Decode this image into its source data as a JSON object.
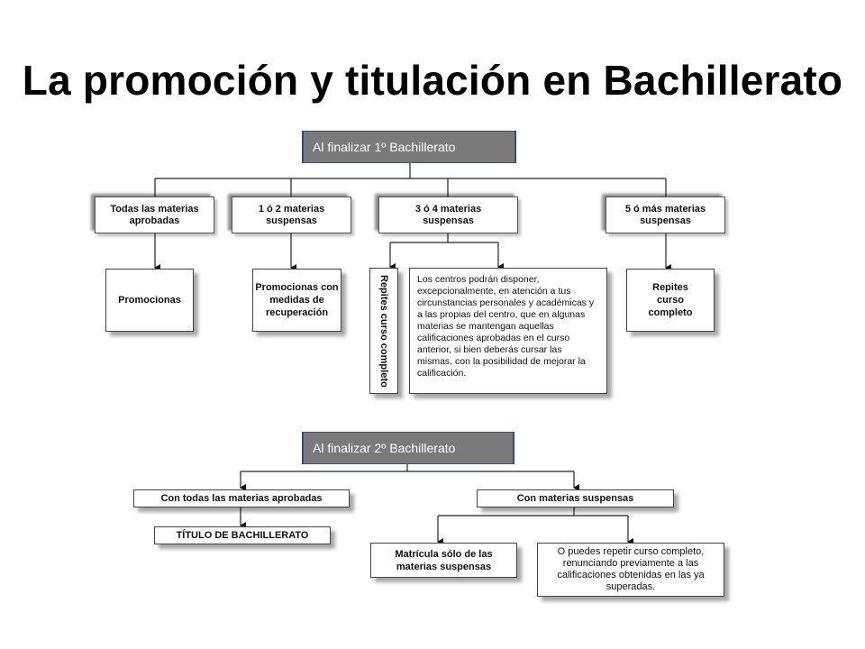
{
  "title": "La promoción y titulación en Bachillerato",
  "first_year": {
    "header": "Al finalizar  1º Bachillerato",
    "categories": [
      "Todas las materias aprobadas",
      "1 ó 2 materias suspensas",
      "3 ó 4 materias suspensas",
      "5 ó más materias suspensas"
    ],
    "outcomes": {
      "all_passed": "Promocionas",
      "one_two": "Promocionas con medidas de recuperación",
      "repeat_vertical": "Repites curso completo",
      "exception": "Los centros podrán disponer, excepcionalmente, en atención a tus circunstancias personales y académicas y a las propias del centro, que en algunas materias se mantengan aquellas calificaciones aprobadas en el curso anterior, si bien deberás cursar las mismas, con la posibilidad de mejorar la calificación.",
      "five_more": "Repites curso completo"
    }
  },
  "second_year": {
    "header": "Al finalizar  2º Bachillerato",
    "categories": [
      "Con todas las materias aprobadas",
      "Con materias suspensas"
    ],
    "outcomes": {
      "title": "TÍTULO DE BACHILLERATO",
      "enroll": "Matrícula sólo de las materias suspensas",
      "repeat": "O puedes repetir curso completo, renunciando previamente a las calificaciones obtenidas en las ya superadas."
    }
  }
}
